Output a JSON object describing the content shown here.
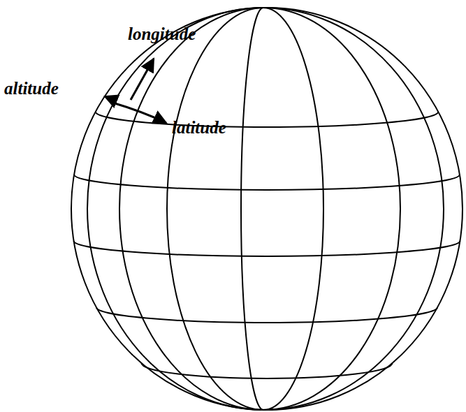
{
  "diagram": {
    "labels": [
      "altitude",
      "longitude",
      "latitude"
    ]
  }
}
